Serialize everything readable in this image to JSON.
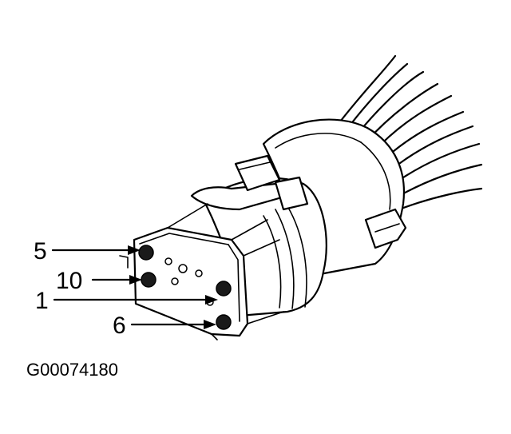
{
  "figure_id": "G00074180",
  "pins": [
    {
      "label": "5",
      "name": "pin-5"
    },
    {
      "label": "10",
      "name": "pin-10"
    },
    {
      "label": "1",
      "name": "pin-1"
    },
    {
      "label": "6",
      "name": "pin-6"
    }
  ]
}
